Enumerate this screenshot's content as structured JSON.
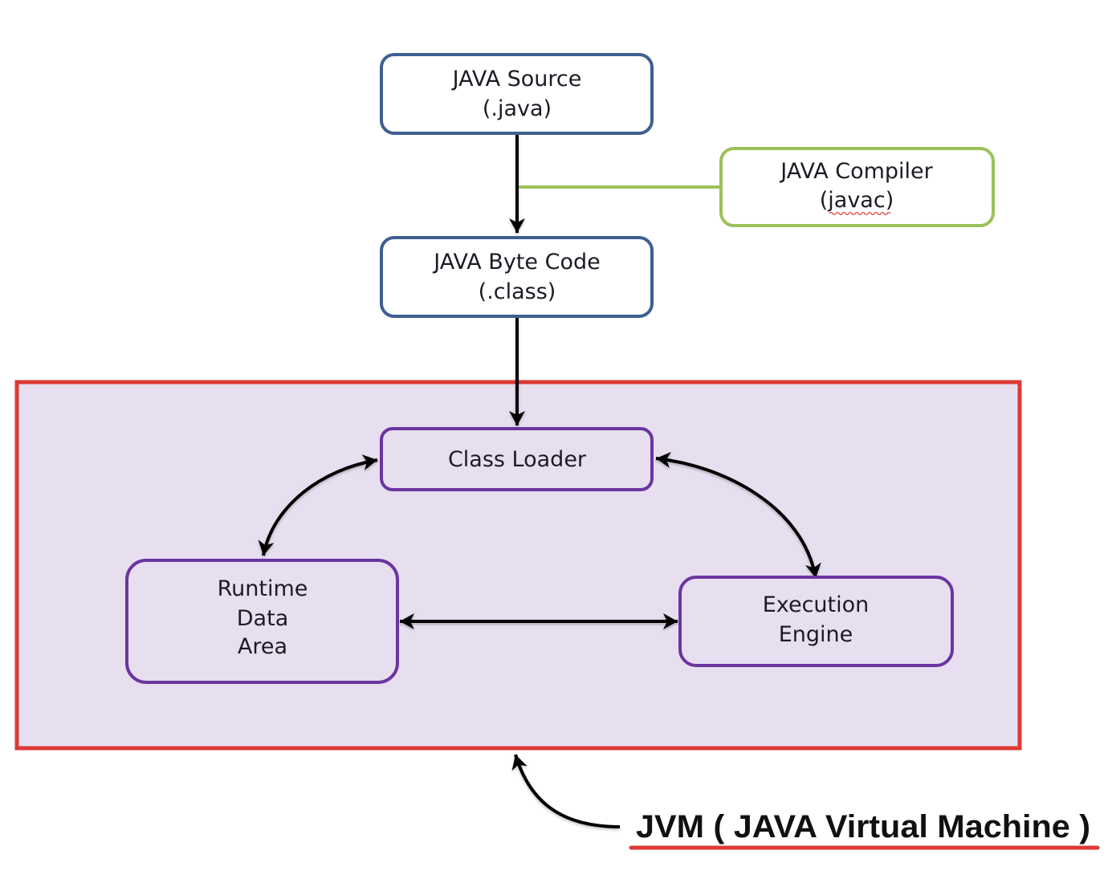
{
  "colors": {
    "source_border": "#3f5f91",
    "compiler_border": "#9bc25a",
    "jvm_border": "#dc3a35",
    "jvm_fill": "#e7dff0",
    "jvm_component_border": "#6b35a0",
    "arrow": "#000000",
    "underline": "#dc3a35"
  },
  "nodes": {
    "java_source": {
      "line1": "JAVA Source",
      "line2": "(.java)"
    },
    "java_compiler": {
      "line1": "JAVA Compiler",
      "line2": "(javac)"
    },
    "byte_code": {
      "line1": "JAVA Byte Code",
      "line2": "(.class)"
    },
    "class_loader": {
      "line1": "Class Loader"
    },
    "runtime_data_area": {
      "line1": "Runtime",
      "line2": "Data",
      "line3": "Area"
    },
    "execution_engine": {
      "line1": "Execution",
      "line2": "Engine"
    }
  },
  "jvm_label": "JVM ( JAVA Virtual Machine )",
  "edges": [
    {
      "from": "java_source",
      "to": "byte_code",
      "type": "arrow"
    },
    {
      "from": "java_compiler",
      "to": "source-to-bytecode-edge",
      "type": "line"
    },
    {
      "from": "byte_code",
      "to": "class_loader",
      "type": "arrow"
    },
    {
      "from": "class_loader",
      "to": "runtime_data_area",
      "type": "bidirectional"
    },
    {
      "from": "class_loader",
      "to": "execution_engine",
      "type": "bidirectional"
    },
    {
      "from": "runtime_data_area",
      "to": "execution_engine",
      "type": "bidirectional"
    },
    {
      "from": "jvm_label",
      "to": "jvm_container",
      "type": "arrow"
    }
  ]
}
